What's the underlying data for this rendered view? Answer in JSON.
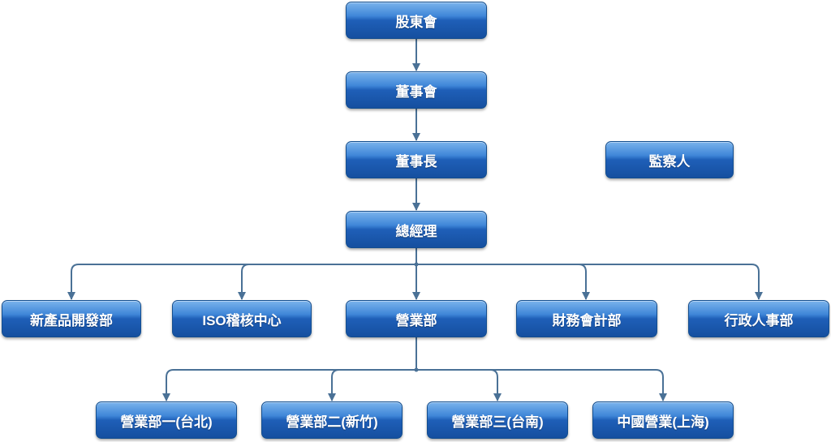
{
  "nodes": {
    "shareholders": "股東會",
    "board": "董事會",
    "chairman": "董事長",
    "supervisor": "監察人",
    "general_manager": "總經理",
    "new_product_dev": "新產品開發部",
    "iso_audit": "ISO稽核中心",
    "sales": "營業部",
    "finance_accounting": "財務會計部",
    "administration_hr": "行政人事部",
    "sales_1": "營業部一(台北)",
    "sales_2": "營業部二(新竹)",
    "sales_3": "營業部三(台南)",
    "china_sales": "中國營業(上海)"
  },
  "colors": {
    "connector": "#4a7196",
    "node_fill": "#1f5fb8",
    "node_text": "#ffffff"
  }
}
